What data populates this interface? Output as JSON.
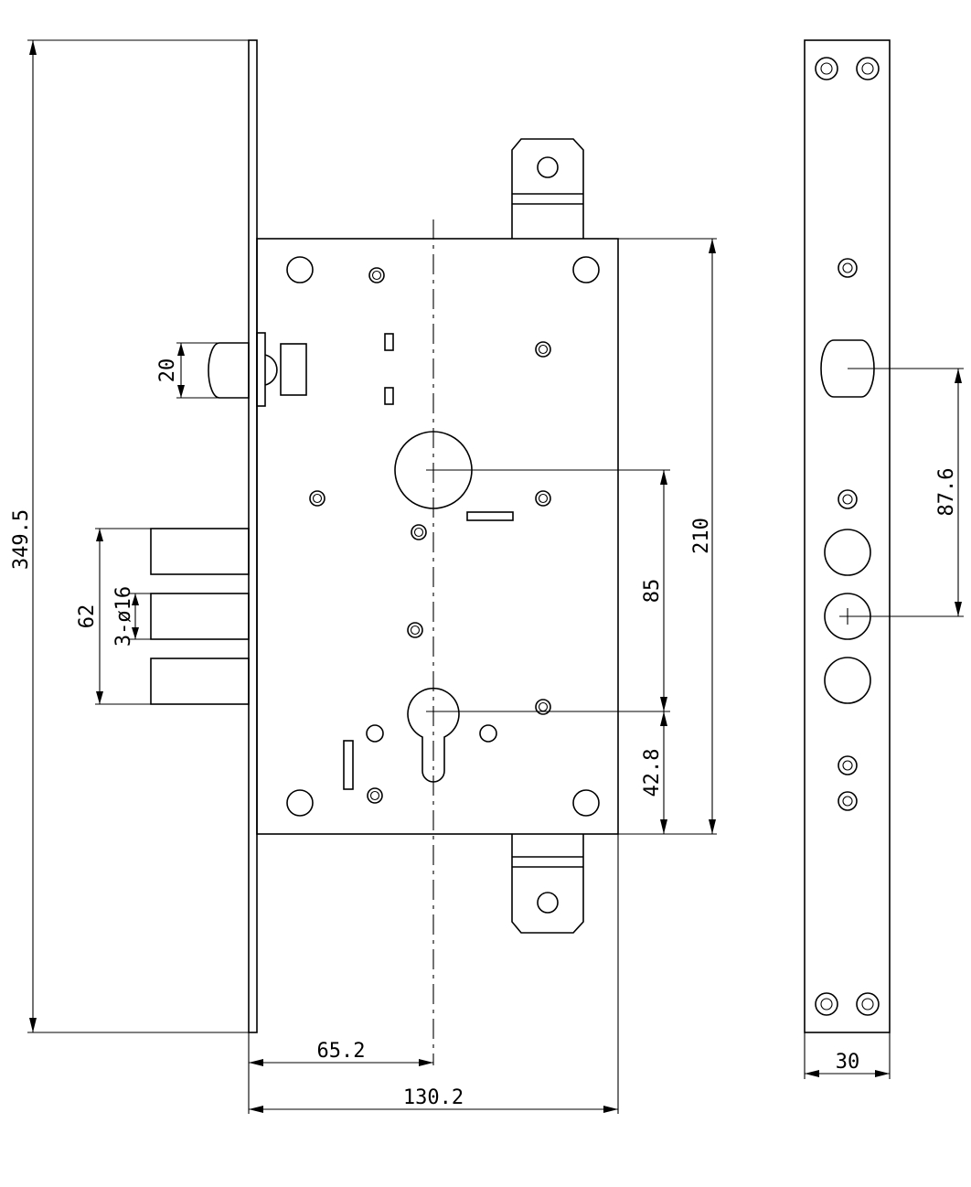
{
  "dimensions": {
    "overall_height": "349.5",
    "latch_width": "20",
    "bolt_span": "62",
    "bolt_diameter": "3-ø16",
    "handle_to_cylinder": "85",
    "case_height": "210",
    "cylinder_to_bottom": "42.8",
    "backset": "65.2",
    "overall_width": "130.2",
    "faceplate_offset": "87.6",
    "faceplate_width": "30"
  }
}
